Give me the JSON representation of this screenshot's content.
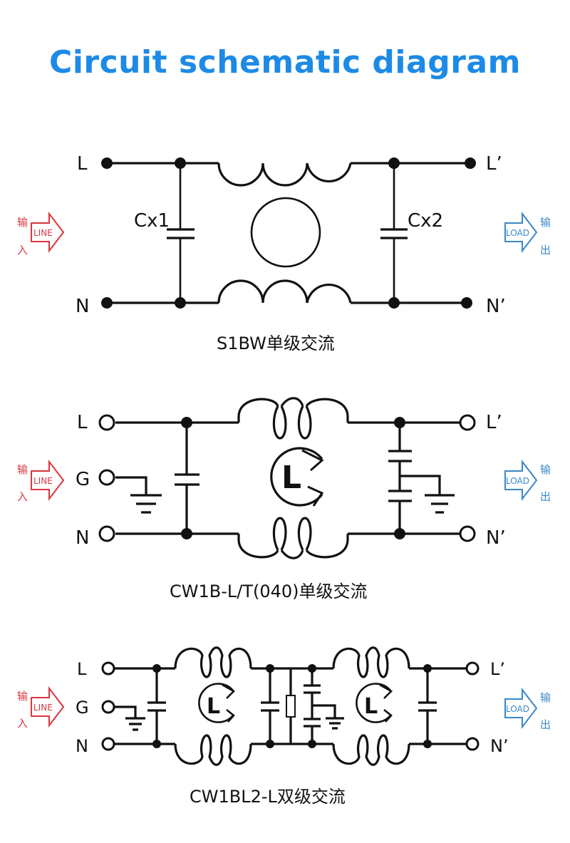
{
  "title": "Circuit schematic diagram",
  "colors": {
    "title": "#1d8ae6",
    "input": "#d9363e",
    "output": "#3a88c8",
    "line": "#111111"
  },
  "io": {
    "input_label_1": "输",
    "input_label_2": "入",
    "input_arrow_text": "LINE",
    "output_label_1": "输",
    "output_label_2": "出",
    "output_arrow_text": "LOAD"
  },
  "diagrams": [
    {
      "caption": "S1BW单级交流",
      "terminals_in": [
        "L",
        "N"
      ],
      "terminals_out": [
        "L’",
        "N’"
      ],
      "capacitors": [
        "Cx1",
        "Cx2"
      ]
    },
    {
      "caption": "CW1B-L/T(040)单级交流",
      "terminals_in": [
        "L",
        "G",
        "N"
      ],
      "terminals_out": [
        "L’",
        "N’"
      ],
      "choke_label": "L"
    },
    {
      "caption": "CW1BL2-L双级交流",
      "terminals_in": [
        "L",
        "G",
        "N"
      ],
      "terminals_out": [
        "L’",
        "N’"
      ],
      "choke_label": "L"
    }
  ]
}
